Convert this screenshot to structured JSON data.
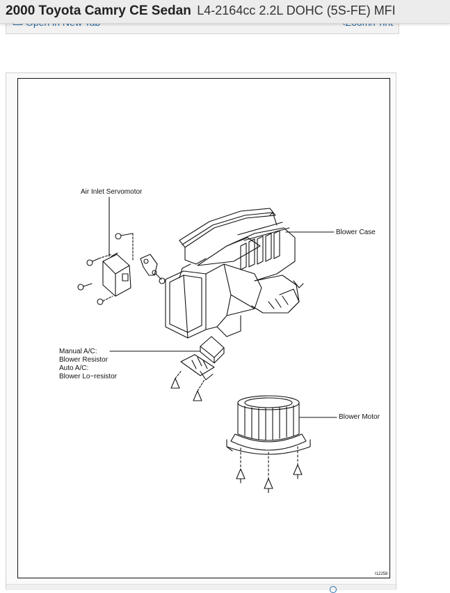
{
  "header": {
    "title": "2000 Toyota Camry CE Sedan",
    "subtitle": "L4-2164cc 2.2L DOHC (5S-FE) MFI"
  },
  "toolbar": {
    "open_tab_label": "Open in New Tab",
    "zoom_label": "Zoom/Print"
  },
  "diagram": {
    "labels": {
      "servomotor": "Air Inlet Servomotor",
      "blower_case": "Blower Case",
      "resistor_line1": "Manual A/C:",
      "resistor_line2": "Blower Resistor",
      "resistor_line3": "Auto A/C:",
      "resistor_line4": "Blower Lo−resistor",
      "blower_motor": "Blower Motor"
    },
    "figure_id": "I12258"
  }
}
